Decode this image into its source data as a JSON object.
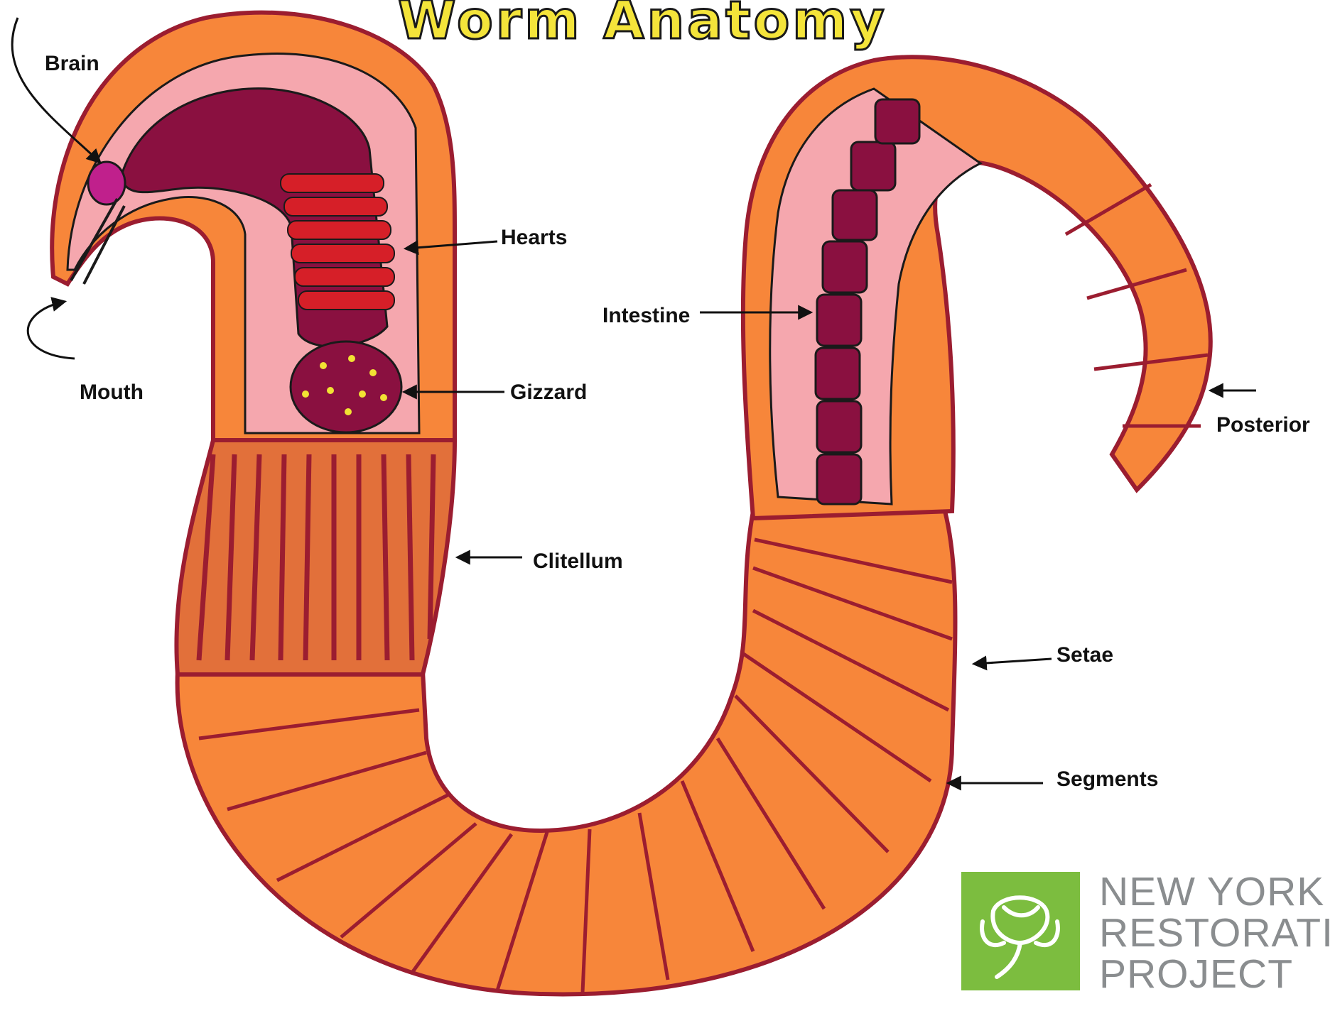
{
  "title": "Worm Anatomy",
  "labels": {
    "brain": "Brain",
    "mouth": "Mouth",
    "hearts": "Hearts",
    "gizzard": "Gizzard",
    "clitellum": "Clitellum",
    "intestine": "Intestine",
    "posterior": "Posterior",
    "setae": "Setae",
    "segments": "Segments"
  },
  "logo": {
    "line1": "NEW YORK",
    "line2": "RESTORATION",
    "line3": "PROJECT"
  },
  "colors": {
    "body": "#f7863a",
    "outline": "#9b1d30",
    "inner": "#f5a7ae",
    "organ": "#8a1040",
    "hearts": "#d61f28",
    "brain": "#c0208c",
    "logo_green": "#7cbd3f",
    "logo_text": "#8a8d8f",
    "title_fill": "#f4e43a"
  }
}
